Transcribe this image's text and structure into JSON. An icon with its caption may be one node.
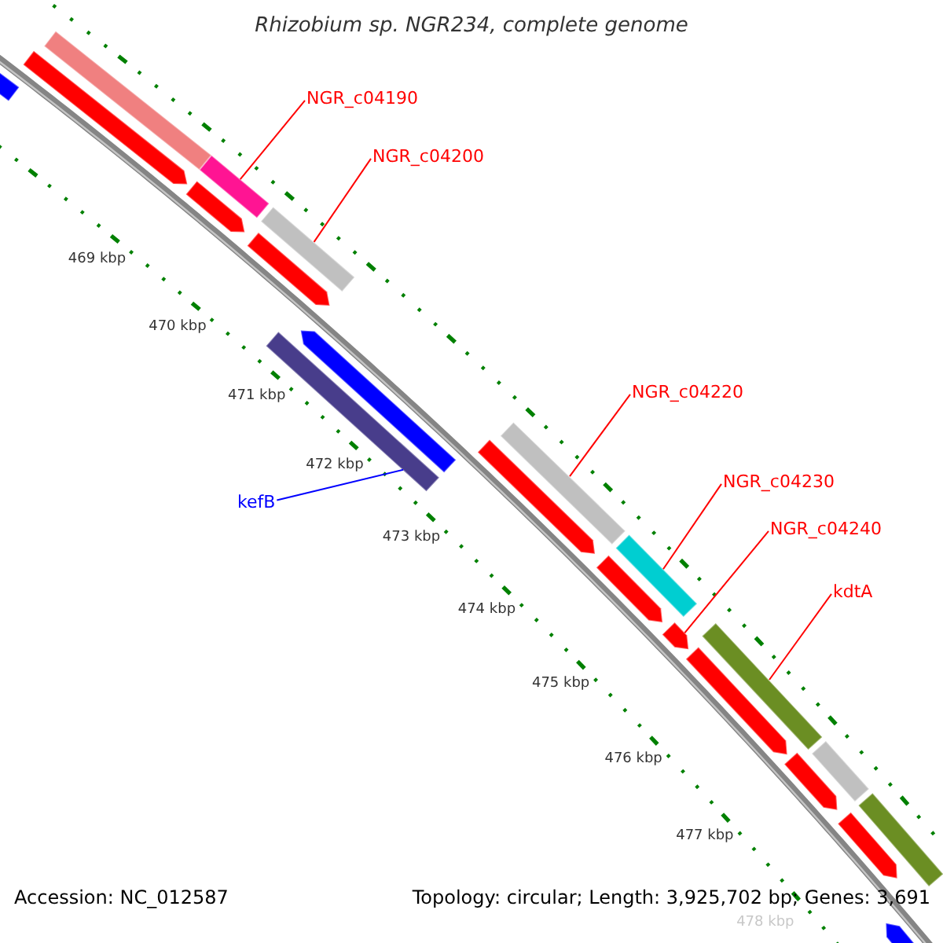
{
  "diagram": {
    "title": "Rhizobium sp. NGR234, complete genome",
    "nodes": [
      {
        "text": [
          "NGR_c04190"
        ]
      },
      {
        "text": [],
        "shape": "bar"
      },
      {
        "text": [
          "NGR_c04200"
        ]
      },
      {
        "text": [],
        "shape": "bar"
      },
      {
        "text": [
          "kefB"
        ]
      },
      {
        "text": [],
        "shape": "bar"
      },
      {
        "text": [
          "NGR_c04220"
        ]
      },
      {
        "text": [],
        "shape": "bar"
      },
      {
        "text": [
          "NGR_c04230"
        ]
      },
      {
        "text": [],
        "shape": "bar"
      },
      {
        "text": [
          "NGR_c04240"
        ]
      },
      {
        "text": [],
        "shape": "arrow"
      },
      {
        "text": [
          "kdtA"
        ]
      },
      {
        "text": [],
        "shape": "bar"
      },
      {
        "text": [],
        "shape": "arrow"
      },
      {
        "text": [],
        "shape": "arrow"
      },
      {
        "text": [],
        "shape": "arrow"
      },
      {
        "text": [],
        "shape": "arrow"
      },
      {
        "text": [],
        "shape": "bar"
      },
      {
        "text": [],
        "shape": "arrow"
      },
      {
        "text": [],
        "shape": "arrow"
      },
      {
        "text": [],
        "shape": "arrow"
      },
      {
        "text": [],
        "shape": "arrow"
      },
      {
        "text": [],
        "shape": "arrow"
      },
      {
        "text": [],
        "shape": "arrow"
      },
      {
        "text": [],
        "shape": "bar"
      },
      {
        "text": [],
        "shape": "bar"
      },
      {
        "text": [],
        "shape": "arrow"
      }
    ],
    "edges": [
      {
        "from": 0,
        "to": 1,
        "arrow": "none"
      },
      {
        "from": 2,
        "to": 3,
        "arrow": "none"
      },
      {
        "from": 4,
        "to": 5,
        "arrow": "none",
        "color": "#0000ff"
      },
      {
        "from": 6,
        "to": 7,
        "arrow": "none"
      },
      {
        "from": 8,
        "to": 9,
        "arrow": "none"
      },
      {
        "from": 10,
        "to": 11,
        "arrow": "none"
      },
      {
        "from": 12,
        "to": 13,
        "arrow": "none"
      }
    ],
    "labels": [
      "469 kbp",
      "470 kbp",
      "471 kbp",
      "472 kbp",
      "473 kbp",
      "474 kbp",
      "475 kbp",
      "476 kbp",
      "477 kbp",
      "478 kbp",
      "Accession: NC_012587",
      "Topology: circular; Length: 3,925,702 bp; Genes: 3,691"
    ]
  }
}
